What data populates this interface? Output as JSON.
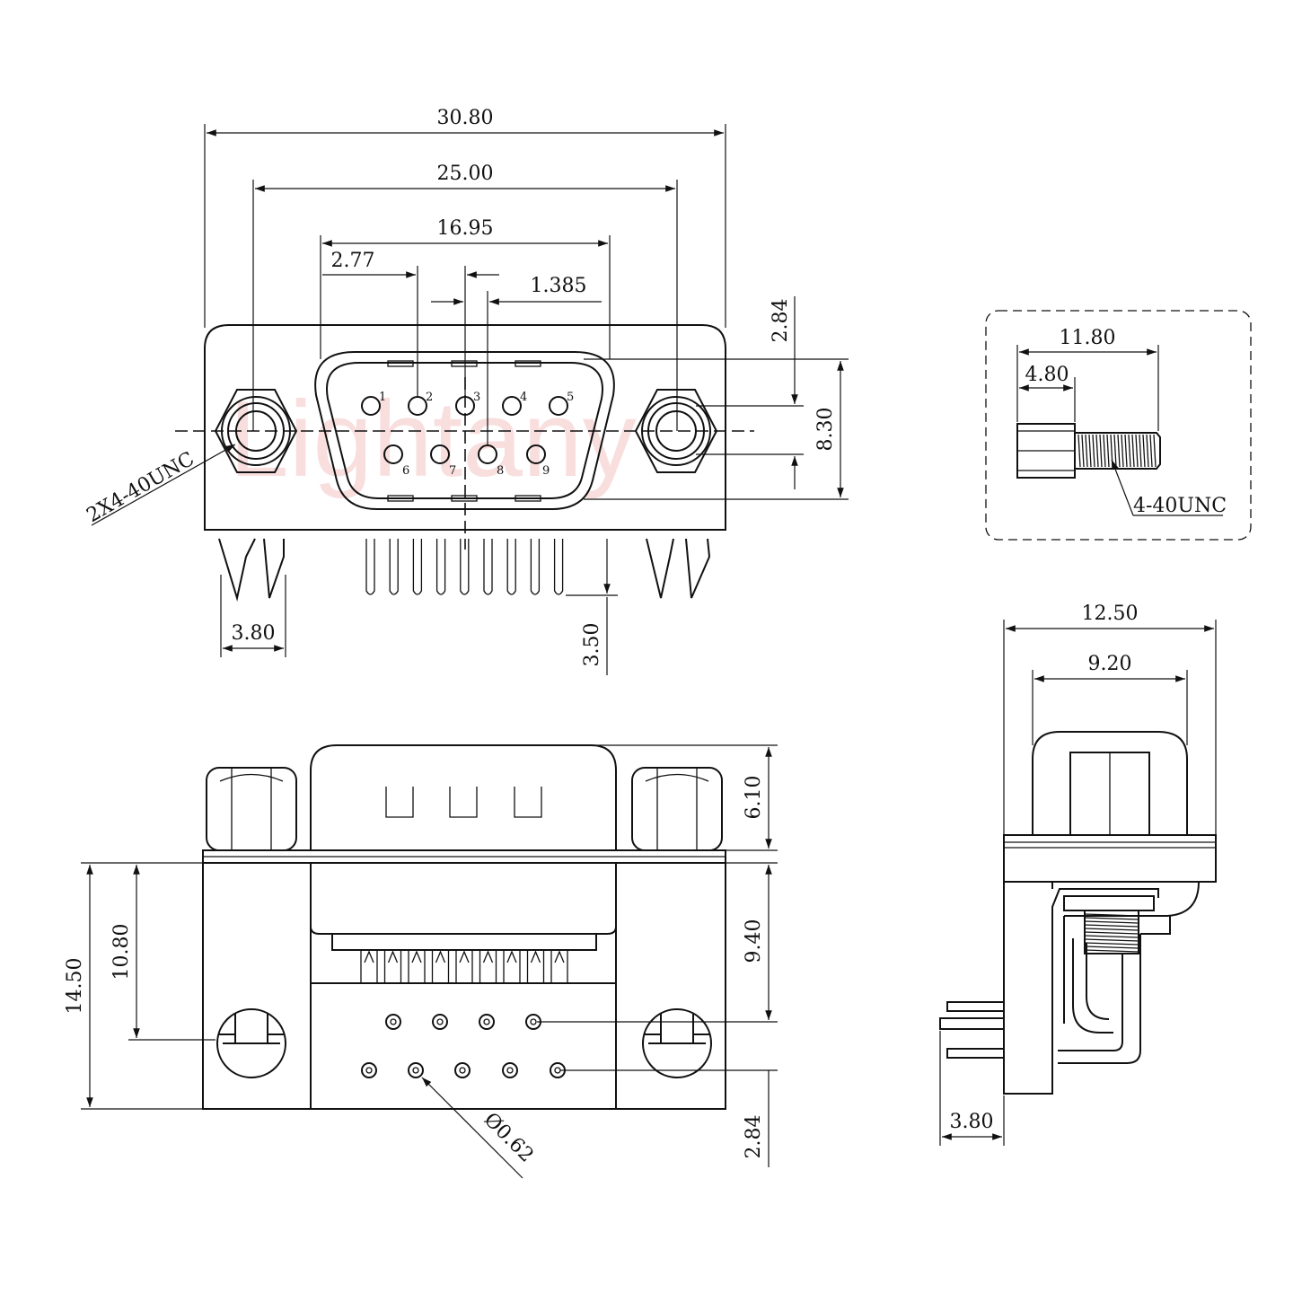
{
  "watermark": "Lightany",
  "front_view": {
    "dims": {
      "overall_width": "30.80",
      "mount_spacing": "25.00",
      "shell_width": "16.95",
      "pin_pitch": "2.77",
      "row_offset": "1.385",
      "pin_row_offset": "2.84",
      "shell_height": "8.30",
      "board_lock_spacing": "3.80",
      "pin_length": "3.50"
    },
    "thread_label": "2X4-40UNC",
    "pin_numbers": [
      "1",
      "2",
      "3",
      "4",
      "5",
      "6",
      "7",
      "8",
      "9"
    ]
  },
  "screw_detail": {
    "total_length": "11.80",
    "hex_length": "4.80",
    "thread_label": "4-40UNC"
  },
  "side_view": {
    "depth": "12.50",
    "inner_depth": "9.20",
    "pin_offset": "3.80"
  },
  "bottom_view": {
    "shell_height": "6.10",
    "total_height": "14.50",
    "mount_height": "10.80",
    "pcb_row_distance": "9.40",
    "row_spacing": "2.84",
    "hole_diameter": "Ø0.62"
  }
}
